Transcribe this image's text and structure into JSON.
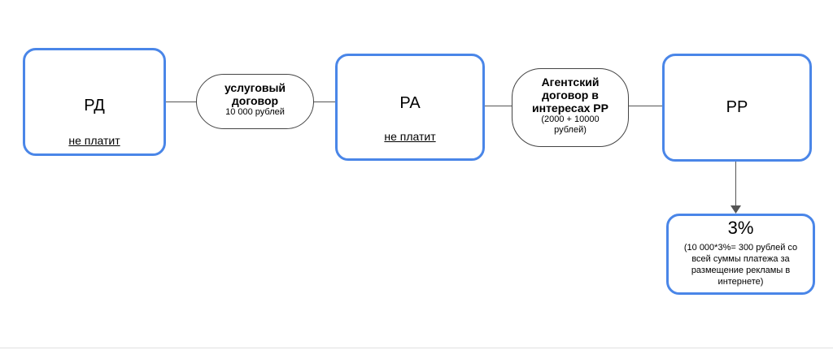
{
  "nodes": {
    "rd": {
      "title": "РД",
      "note": "не платит"
    },
    "ra": {
      "title": "РА",
      "note": "не платит"
    },
    "rr": {
      "title": "РР"
    },
    "fee": {
      "percent": "3%",
      "lines": [
        "(10 000*3%= 300 рублей со",
        "всей суммы платежа за",
        "размещение рекламы в",
        "интернете)"
      ]
    }
  },
  "contracts": {
    "service": {
      "title_lines": [
        "услуговый",
        "договор"
      ],
      "amount": "10 000 рублей"
    },
    "agent": {
      "title_lines": [
        "Агентский",
        "договор в",
        "интересах РР"
      ],
      "amount_lines": [
        "(2000 + 10000",
        "рублей)"
      ]
    }
  },
  "colors": {
    "box_border": "#4a86e8",
    "connector": "#555555"
  }
}
